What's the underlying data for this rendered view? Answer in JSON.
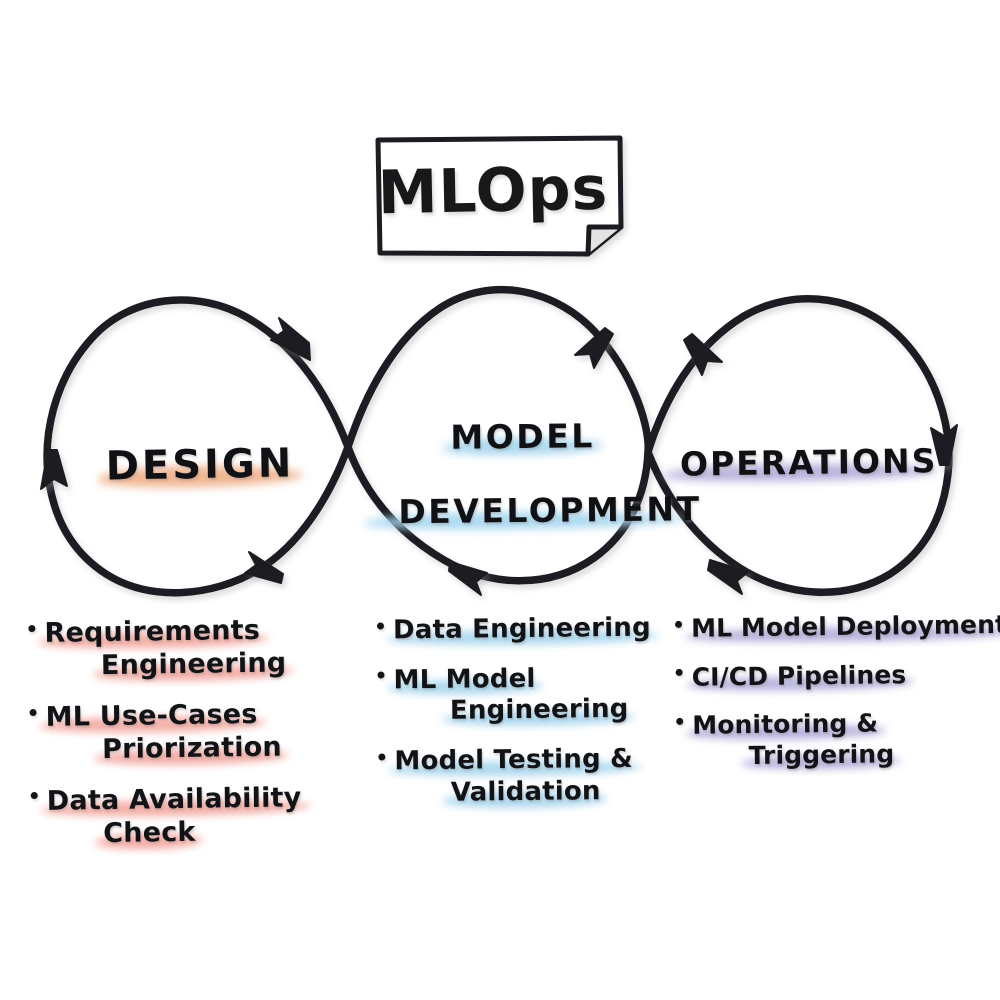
{
  "meta": {
    "background_color": "#ffffff",
    "ink_color": "#141519"
  },
  "title_card": {
    "label": "MLOps",
    "icon": "folded-corner-note"
  },
  "loops": [
    {
      "id": "design",
      "label_lines": [
        "DESIGN"
      ],
      "highlight_color": "#f0b089",
      "arrow_count": 3
    },
    {
      "id": "model-development",
      "label_lines": [
        "MODEL",
        "DEVELOPMENT"
      ],
      "highlight_color": "#a5d6ef",
      "arrow_count": 2
    },
    {
      "id": "operations",
      "label_lines": [
        "OPERATIONS"
      ],
      "highlight_color": "#b2adda",
      "arrow_count": 3
    }
  ],
  "columns": [
    {
      "id": "design",
      "highlight_color": "#f4a8a0",
      "items": [
        {
          "lines": [
            "Requirements",
            "Engineering"
          ]
        },
        {
          "lines": [
            "ML Use-Cases",
            "Priorization"
          ]
        },
        {
          "lines": [
            "Data Availability",
            "Check"
          ]
        }
      ]
    },
    {
      "id": "model-development",
      "highlight_color": "#a8d6ee",
      "items": [
        {
          "lines": [
            "Data Engineering"
          ]
        },
        {
          "lines": [
            "ML Model",
            "Engineering"
          ]
        },
        {
          "lines": [
            "Model Testing &",
            "Validation"
          ]
        }
      ]
    },
    {
      "id": "operations",
      "highlight_color": "#b3aedb",
      "items": [
        {
          "lines": [
            "ML Model Deployment"
          ]
        },
        {
          "lines": [
            "CI/CD Pipelines"
          ]
        },
        {
          "lines": [
            "Monitoring &",
            "Triggering"
          ]
        }
      ]
    }
  ]
}
